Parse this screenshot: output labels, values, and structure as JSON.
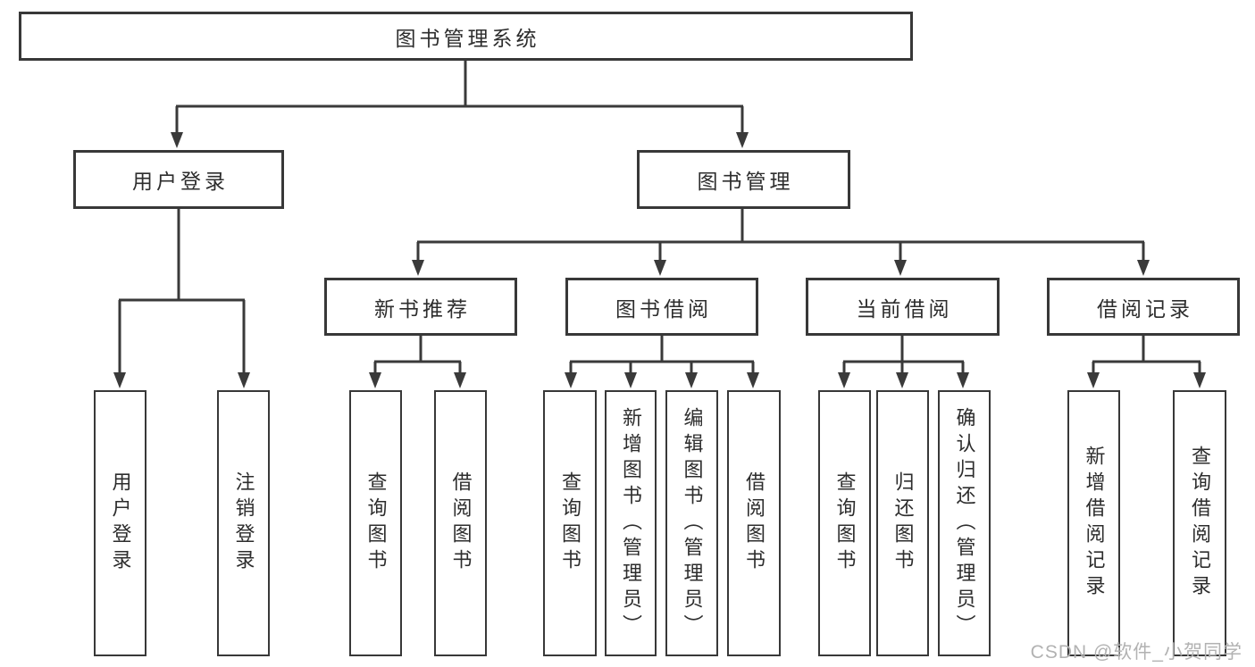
{
  "diagram": {
    "root": {
      "label": "图书管理系统"
    },
    "level2": [
      {
        "label": "用户登录"
      },
      {
        "label": "图书管理"
      }
    ],
    "level3": [
      {
        "label": "新书推荐"
      },
      {
        "label": "图书借阅"
      },
      {
        "label": "当前借阅"
      },
      {
        "label": "借阅记录"
      }
    ],
    "leaves": [
      {
        "label": "用户登录"
      },
      {
        "label": "注销登录"
      },
      {
        "label": "查询图书"
      },
      {
        "label": "借阅图书"
      },
      {
        "label": "查询图书"
      },
      {
        "label": "新增图书（管理员）"
      },
      {
        "label": "编辑图书（管理员）"
      },
      {
        "label": "借阅图书"
      },
      {
        "label": "查询图书"
      },
      {
        "label": "归还图书"
      },
      {
        "label": "确认归还（管理员）"
      },
      {
        "label": "新增借阅记录"
      },
      {
        "label": "查询借阅记录"
      }
    ]
  },
  "watermark": {
    "text": "CSDN @软件_小贺同学"
  },
  "colors": {
    "line": "#3a3a3a",
    "border": "#383838",
    "text": "#2d2d2d",
    "watermark": "#b2b2b2",
    "background": "#ffffff"
  }
}
